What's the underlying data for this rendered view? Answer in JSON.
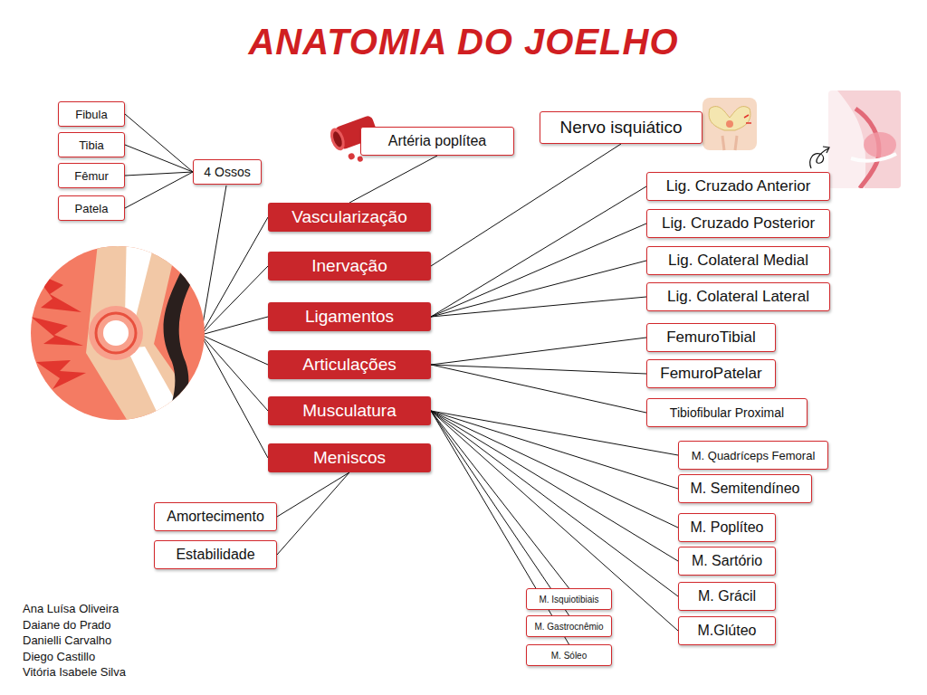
{
  "diagram": {
    "title": "ANATOMIA DO JOELHO",
    "nodes": [
      {
        "text": [
          "Fibula"
        ]
      },
      {
        "text": [
          "Tibia"
        ]
      },
      {
        "text": [
          "Fêmur"
        ]
      },
      {
        "text": [
          "Patela"
        ]
      },
      {
        "text": [
          "4 Ossos"
        ]
      },
      {
        "text": [
          "Artéria poplítea"
        ]
      },
      {
        "text": [
          "Nervo isquiático"
        ]
      },
      {
        "text": [
          "Vascularização"
        ]
      },
      {
        "text": [
          "Inervação"
        ]
      },
      {
        "text": [
          "Ligamentos"
        ]
      },
      {
        "text": [
          "Articulações"
        ]
      },
      {
        "text": [
          "Musculatura"
        ]
      },
      {
        "text": [
          "Meniscos"
        ]
      },
      {
        "text": [
          "Lig. Cruzado Anterior"
        ]
      },
      {
        "text": [
          "Lig. Cruzado Posterior"
        ]
      },
      {
        "text": [
          "Lig. Colateral Medial"
        ]
      },
      {
        "text": [
          "Lig. Colateral Lateral"
        ]
      },
      {
        "text": [
          "FemuroTibial"
        ]
      },
      {
        "text": [
          "FemuroPatelar"
        ]
      },
      {
        "text": [
          "Tibiofibular Proximal"
        ]
      },
      {
        "text": [
          "M. Quadríceps Femoral"
        ]
      },
      {
        "text": [
          "M. Semitendíneo"
        ]
      },
      {
        "text": [
          "M. Poplíteo"
        ]
      },
      {
        "text": [
          "M. Sartório"
        ]
      },
      {
        "text": [
          "M. Grácil"
        ]
      },
      {
        "text": [
          "M.Glúteo"
        ]
      },
      {
        "text": [
          "M. Isquiotibiais"
        ]
      },
      {
        "text": [
          "M. Gastrocnêmio"
        ]
      },
      {
        "text": [
          "M. Sóleo"
        ]
      },
      {
        "text": [
          "Amortecimento"
        ]
      },
      {
        "text": [
          "Estabilidade"
        ]
      }
    ],
    "edges": [
      {
        "from": 4,
        "to": 0,
        "arrow": "none"
      },
      {
        "from": 4,
        "to": 1,
        "arrow": "none"
      },
      {
        "from": 4,
        "to": 2,
        "arrow": "none"
      },
      {
        "from": 4,
        "to": 3,
        "arrow": "none"
      },
      {
        "from": 7,
        "to": 5,
        "arrow": "none"
      },
      {
        "from": 8,
        "to": 6,
        "arrow": "none"
      },
      {
        "from": 9,
        "to": 13,
        "arrow": "none"
      },
      {
        "from": 9,
        "to": 14,
        "arrow": "none"
      },
      {
        "from": 9,
        "to": 15,
        "arrow": "none"
      },
      {
        "from": 9,
        "to": 16,
        "arrow": "none"
      },
      {
        "from": 10,
        "to": 17,
        "arrow": "none"
      },
      {
        "from": 10,
        "to": 18,
        "arrow": "none"
      },
      {
        "from": 10,
        "to": 19,
        "arrow": "none"
      },
      {
        "from": 11,
        "to": 20,
        "arrow": "none"
      },
      {
        "from": 11,
        "to": 21,
        "arrow": "none"
      },
      {
        "from": 11,
        "to": 22,
        "arrow": "none"
      },
      {
        "from": 11,
        "to": 23,
        "arrow": "none"
      },
      {
        "from": 11,
        "to": 24,
        "arrow": "none"
      },
      {
        "from": 11,
        "to": 25,
        "arrow": "none"
      },
      {
        "from": 11,
        "to": 26,
        "arrow": "none"
      },
      {
        "from": 11,
        "to": 27,
        "arrow": "none"
      },
      {
        "from": 11,
        "to": 28,
        "arrow": "none"
      },
      {
        "from": 12,
        "to": 29,
        "arrow": "none"
      },
      {
        "from": 12,
        "to": 30,
        "arrow": "none"
      }
    ],
    "labels": [
      "Ana Luísa Oliveira",
      "Daiane do Prado",
      "Danielli Carvalho",
      "Diego Castillo",
      "Vitória Isabele Silva"
    ]
  }
}
